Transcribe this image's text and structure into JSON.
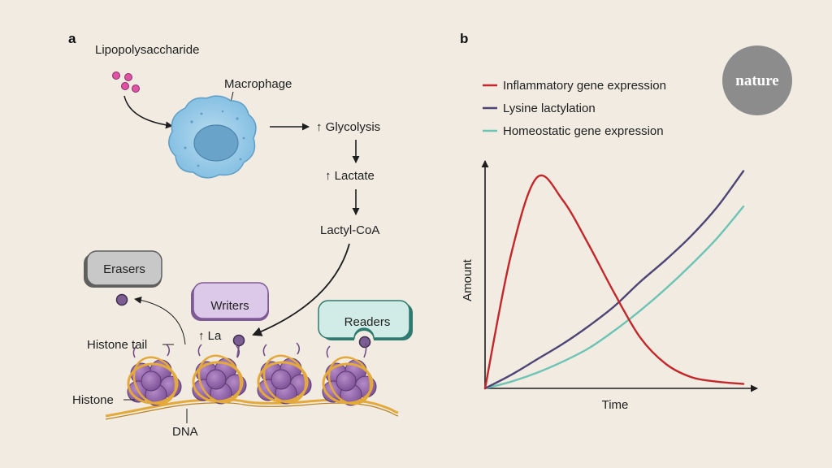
{
  "panel_a": {
    "letter": "a",
    "lipopolysaccharide": "Lipopolysaccharide",
    "macrophage": "Macrophage",
    "glycolysis": "↑ Glycolysis",
    "lactate": "↑ Lactate",
    "lactyl_coa": "Lactyl-CoA",
    "erasers": "Erasers",
    "writers": "Writers",
    "readers": "Readers",
    "la": "↑ La",
    "histone_tail": "Histone tail",
    "histone": "Histone",
    "dna": "DNA"
  },
  "panel_b": {
    "letter": "b",
    "logo_text": "nature"
  },
  "chart_data": {
    "type": "line",
    "title": "",
    "xlabel": "Time",
    "ylabel": "Amount",
    "x": [
      0,
      0.1,
      0.2,
      0.3,
      0.4,
      0.5,
      0.6,
      0.7,
      0.8,
      0.9,
      1.0
    ],
    "series": [
      {
        "name": "Inflammatory gene expression",
        "color": "#c4272a",
        "values": [
          0.0,
          0.6,
          0.95,
          0.85,
          0.65,
          0.43,
          0.23,
          0.11,
          0.05,
          0.03,
          0.02
        ]
      },
      {
        "name": "Lysine lactylation",
        "color": "#4e4576",
        "values": [
          0.0,
          0.06,
          0.13,
          0.2,
          0.28,
          0.37,
          0.48,
          0.58,
          0.69,
          0.82,
          0.98
        ]
      },
      {
        "name": "Homeostatic gene expression",
        "color": "#6ec4b4",
        "values": [
          0.0,
          0.03,
          0.07,
          0.12,
          0.18,
          0.26,
          0.35,
          0.45,
          0.56,
          0.68,
          0.82
        ]
      }
    ],
    "xlim": [
      0,
      1
    ],
    "ylim": [
      0,
      1
    ],
    "grid": false,
    "legend": "top"
  },
  "colors": {
    "background": "#f1ebe2",
    "macrophage": "#8fc6e4",
    "histone": "#9b6bb0",
    "dna": "#e3a93a",
    "writers": "#d9c4e6",
    "readers": "#d1ece6",
    "erasers": "#c4c4c4",
    "logo": "#8c8c8c"
  },
  "icons": [
    "lps-particles",
    "macrophage-cell",
    "nucleosome",
    "lactyl-mark"
  ]
}
